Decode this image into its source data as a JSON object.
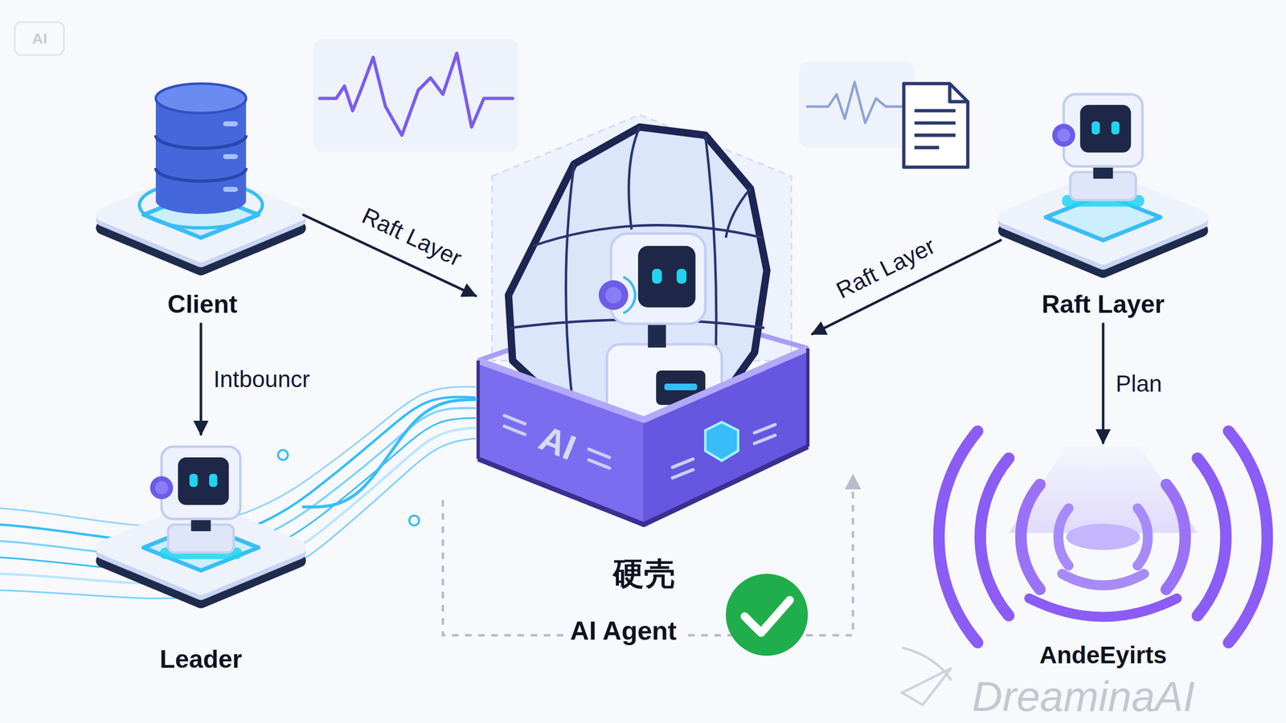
{
  "diagram": {
    "nodes": [
      {
        "text": [
          "Client"
        ]
      },
      {
        "text": [
          "硬壳",
          "AI Agent"
        ]
      },
      {
        "text": [
          "Raft Layer"
        ]
      },
      {
        "text": [
          "Leader"
        ]
      },
      {
        "text": [
          "AndeEyirts"
        ]
      }
    ],
    "edges": [
      {
        "from": 0,
        "to": 3,
        "label": "Intbouncr",
        "arrow": "to"
      },
      {
        "from": 0,
        "to": 1,
        "label": "Raft Layer",
        "arrow": "to"
      },
      {
        "from": 2,
        "to": 1,
        "label": "Raft Layer",
        "arrow": "to"
      },
      {
        "from": 2,
        "to": 4,
        "label": "Plan",
        "arrow": "to"
      },
      {
        "from": 3,
        "to": 1,
        "arrow": "none"
      }
    ],
    "labels": [
      "AI",
      "AI",
      "DreaminaAI"
    ]
  }
}
